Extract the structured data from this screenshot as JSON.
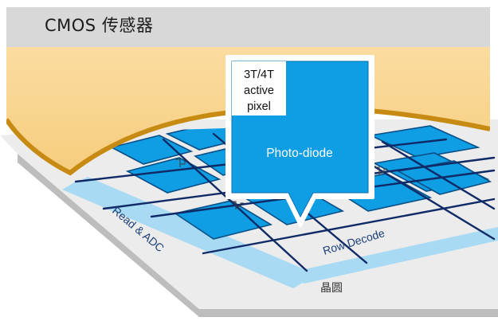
{
  "title": "CMOS 传感器",
  "callout": {
    "header_lines": [
      "3T/4T",
      "active",
      "pixel"
    ],
    "label": "Photo-diode"
  },
  "labels": {
    "read_adc": "Read & ADC",
    "row_decode": "Row Decode",
    "wafer": "晶圆"
  },
  "colors": {
    "background": "#ffffff",
    "title_bar": "#d8d8d8",
    "lens": "#f9d48a",
    "lens_edge": "#c78a12",
    "chip_surface": "#ececec",
    "chip_side": "#bdbdbd",
    "decode_strip": "#a9daf3",
    "pixel": "#0f9ee3",
    "pixel_border": "#0a4f86",
    "wire": "#0f2a66"
  },
  "icons": {
    "circuit": "transistor-circuit-icon"
  }
}
